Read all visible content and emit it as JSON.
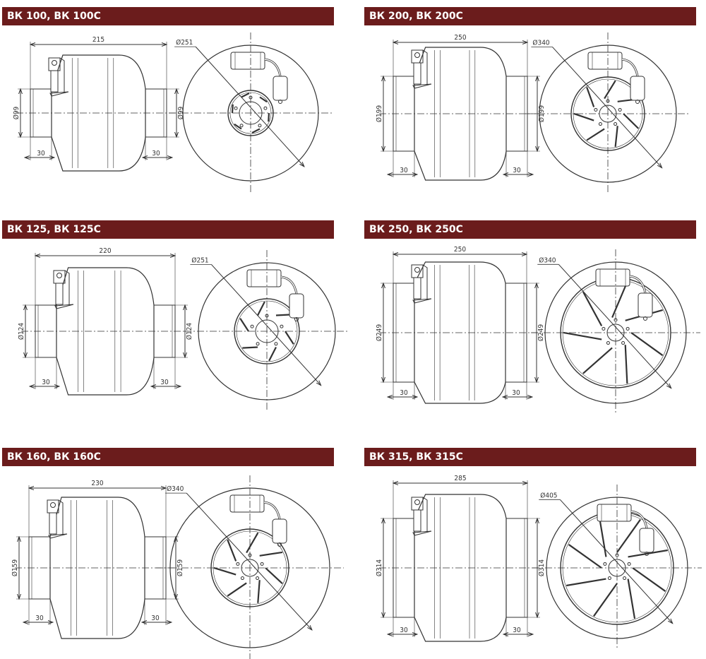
{
  "colors": {
    "header_bg": "#6b1c1c",
    "header_text": "#ffffff",
    "line": "#333333"
  },
  "panels": [
    {
      "title": "ВК 100, ВК 100С",
      "length": "215",
      "inlet_diameter": "Ø99",
      "outlet_diameter": "Ø99",
      "collar_left": "30",
      "collar_right": "30",
      "housing_diameter": "Ø251",
      "blades": 6
    },
    {
      "title": "ВК 200, ВК 200С",
      "length": "250",
      "inlet_diameter": "Ø199",
      "outlet_diameter": "Ø199",
      "collar_left": "30",
      "collar_right": "30",
      "housing_diameter": "Ø340",
      "blades": 7
    },
    {
      "title": "ВК 125, ВК 125С",
      "length": "220",
      "inlet_diameter": "Ø124",
      "outlet_diameter": "Ø124",
      "collar_left": "30",
      "collar_right": "30",
      "housing_diameter": "Ø251",
      "blades": 6
    },
    {
      "title": "ВК 250, ВК 250С",
      "length": "250",
      "inlet_diameter": "Ø249",
      "outlet_diameter": "Ø249",
      "collar_left": "30",
      "collar_right": "30",
      "housing_diameter": "Ø340",
      "blades": 7
    },
    {
      "title": "ВК 160, ВК 160С",
      "length": "230",
      "inlet_diameter": "Ø159",
      "outlet_diameter": "Ø159",
      "collar_left": "30",
      "collar_right": "30",
      "housing_diameter": "Ø340",
      "blades": 7
    },
    {
      "title": "ВК 315, ВК 315С",
      "length": "285",
      "inlet_diameter": "Ø314",
      "outlet_diameter": "Ø314",
      "collar_left": "30",
      "collar_right": "30",
      "housing_diameter": "Ø405",
      "blades": 8
    }
  ]
}
